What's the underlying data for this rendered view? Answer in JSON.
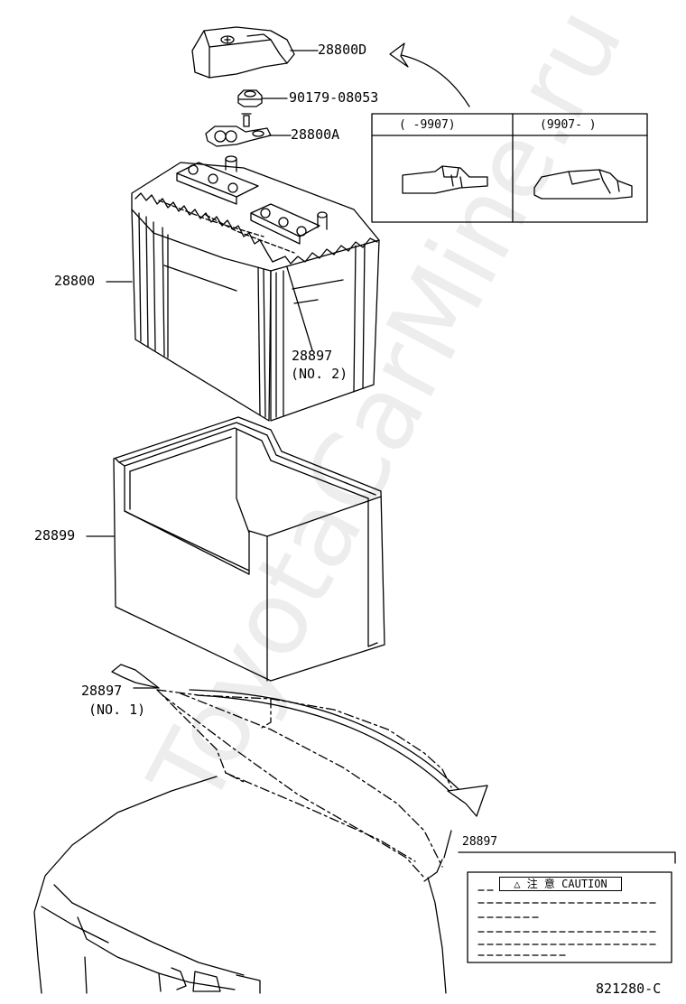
{
  "parts": {
    "p28800D": "28800D",
    "p90179": "90179-08053",
    "p28800A": "28800A",
    "p28800": "28800",
    "p28897_no2": "28897",
    "p28897_no2_sub": "(NO. 2)",
    "p28899": "28899",
    "p28897_no1": "28897",
    "p28897_no1_sub": "(NO. 1)"
  },
  "inset_table": {
    "col1_header": "(    -9907)",
    "col2_header": "(9907-     )"
  },
  "label_inset": {
    "part": "28897",
    "caution": "△ 注 意 CAUTION"
  },
  "figure_code": "821280-C",
  "watermark": "ToyotaCarMine.ru"
}
